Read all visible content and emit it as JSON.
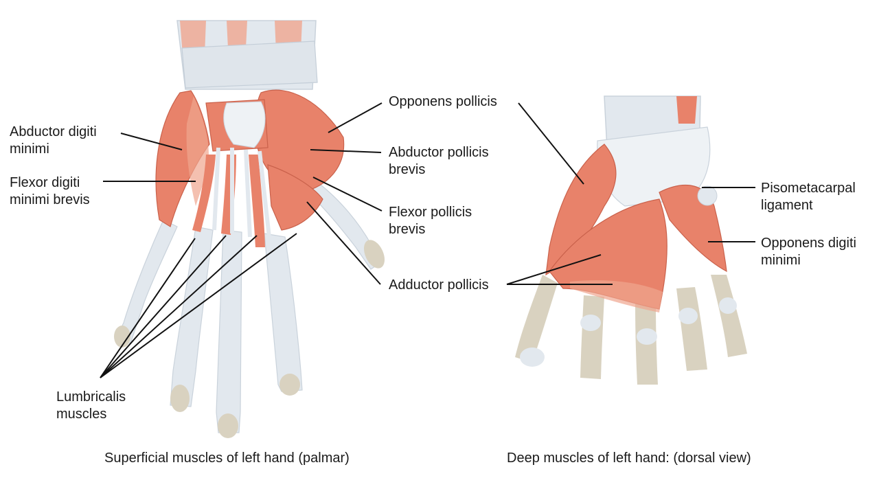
{
  "colors": {
    "muscle": "#e8826a",
    "muscle_light": "#f0a58f",
    "muscle_dark": "#c9614b",
    "tendon": "#e2e8ee",
    "tendon_shade": "#c9d2db",
    "bone": "#d9d2c0",
    "leader": "#111111"
  },
  "labels": {
    "abductor_digiti_minimi": [
      "Abductor digiti",
      "minimi"
    ],
    "flexor_digiti_minimi_brevis": [
      "Flexor digiti",
      "minimi brevis"
    ],
    "lumbricalis_muscles": [
      "Lumbricalis",
      "muscles"
    ],
    "opponens_pollicis": [
      "Opponens pollicis"
    ],
    "abductor_pollicis_brevis": [
      "Abductor pollicis",
      "brevis"
    ],
    "flexor_pollicis_brevis": [
      "Flexor pollicis",
      "brevis"
    ],
    "adductor_pollicis": [
      "Adductor pollicis"
    ],
    "pisometacarpal_ligament": [
      "Pisometacarpal",
      "ligament"
    ],
    "opponens_digiti_minimi": [
      "Opponens digiti",
      "minimi"
    ]
  },
  "captions": {
    "left": "Superficial muscles of left hand (palmar)",
    "right": "Deep muscles of left hand: (dorsal view)"
  }
}
